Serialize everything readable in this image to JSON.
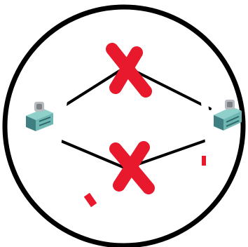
{
  "diagram": {
    "nodes": [
      {
        "id": "left",
        "icon": "network-device-icon",
        "role": "endpoint"
      },
      {
        "id": "right",
        "icon": "network-device-icon",
        "role": "endpoint"
      },
      {
        "id": "top",
        "icon": "junction",
        "role": "path-midpoint"
      },
      {
        "id": "bottom",
        "icon": "junction",
        "role": "path-midpoint"
      }
    ],
    "links": [
      {
        "from": "left",
        "to": "top",
        "status": "broken"
      },
      {
        "from": "top",
        "to": "right",
        "status": "broken"
      },
      {
        "from": "left",
        "to": "bottom",
        "status": "broken"
      },
      {
        "from": "bottom",
        "to": "right",
        "status": "broken"
      }
    ],
    "failure_marks": [
      {
        "at": "top",
        "icon": "red-x-icon"
      },
      {
        "at": "bottom",
        "icon": "red-x-icon"
      }
    ],
    "colors": {
      "outline": "#000000",
      "link": "#000000",
      "failure_mark": "#e8192c",
      "device_body": "#6fb7b3",
      "device_shade": "#3f7f82",
      "device_cap": "#b8bcc0"
    }
  }
}
